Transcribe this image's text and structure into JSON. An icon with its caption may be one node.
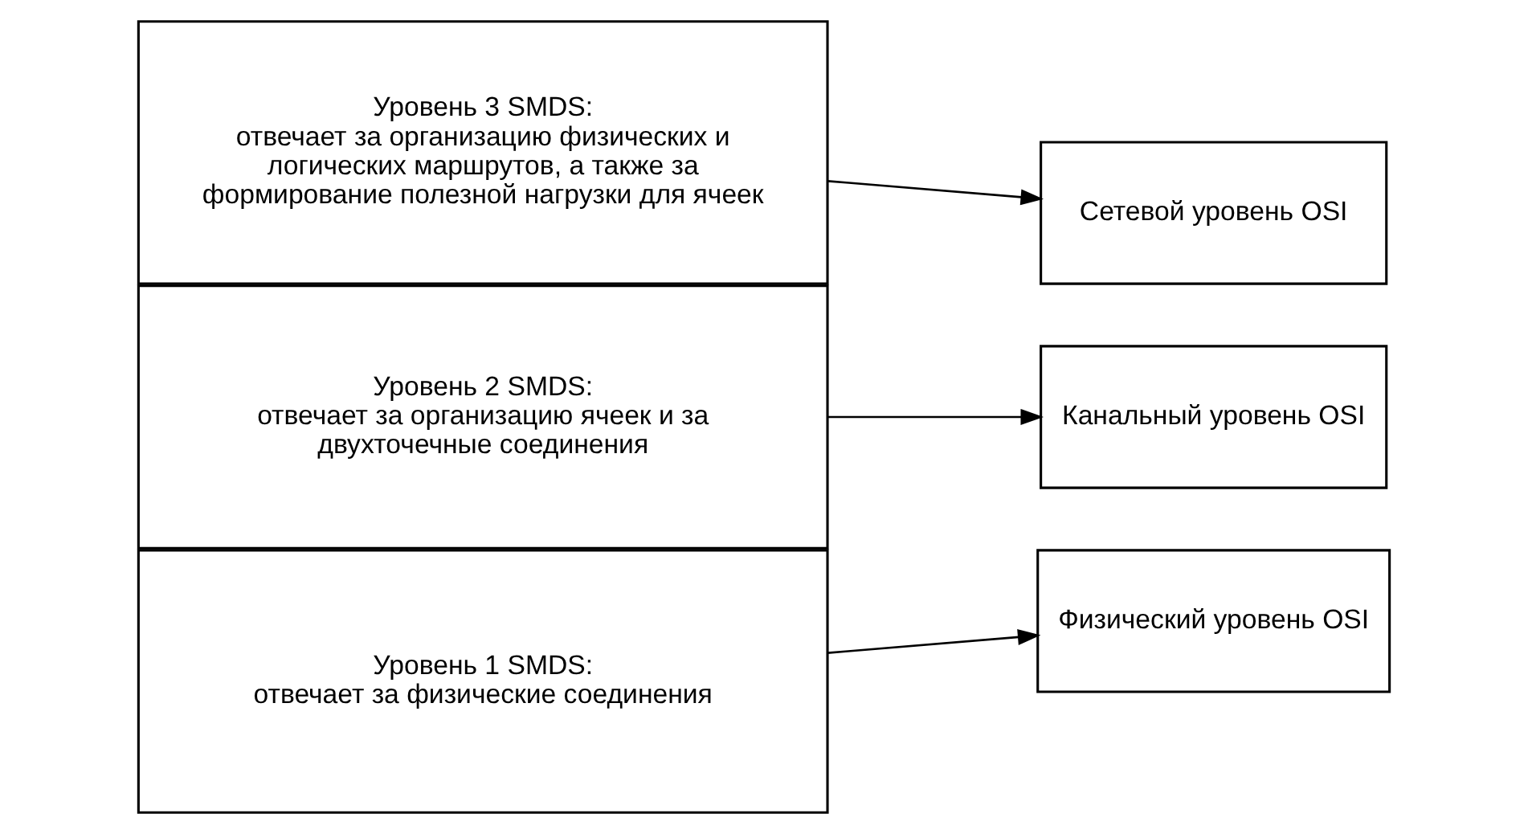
{
  "diagram": {
    "nodes": [
      {
        "text": [
          "Уровень 3 SMDS:",
          "отвечает за организацию физических и логических маршрутов, а также за формирование полезной нагрузки для ячеек"
        ]
      },
      {
        "text": [
          "Уровень 2 SMDS:",
          "отвечает за организацию ячеек и за двухточечные соединения"
        ]
      },
      {
        "text": [
          "Уровень 1 SMDS:",
          "отвечает за физические соединения"
        ]
      },
      {
        "text": [
          "Сетевой уровень OSI"
        ]
      },
      {
        "text": [
          "Канальный уровень OSI"
        ]
      },
      {
        "text": [
          "Физический уровень OSI"
        ]
      }
    ],
    "edges": [
      {
        "from": 0,
        "to": 3,
        "arrow": "to"
      },
      {
        "from": 1,
        "to": 4,
        "arrow": "to"
      },
      {
        "from": 2,
        "to": 5,
        "arrow": "to"
      }
    ]
  }
}
